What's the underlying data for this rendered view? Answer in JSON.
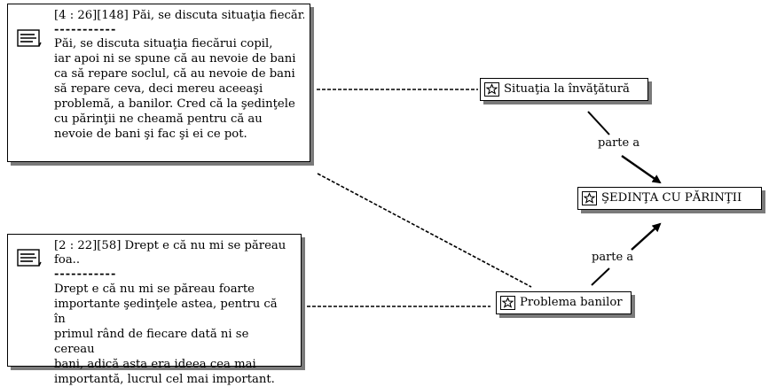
{
  "quotes": [
    {
      "header": "[4 : 26][148] Păi, se discuta situaţia fiecăr..",
      "separator": "-----------",
      "body": "Păi, se discuta situaţia fiecărui copil,\niar apoi ni se spune că au nevoie de bani\nca să repare soclul, că au nevoie de bani\nsă repare ceva, deci mereu aceeaşi\nproblemă, a banilor. Cred că la şedinţele\ncu părinţii ne cheamă pentru că au\nnevoie de bani şi fac şi ei ce pot.",
      "icon": "document-icon"
    },
    {
      "header": "[2 : 22][58] Drept e că nu mi se păreau",
      "header2": "foa..",
      "separator": "-----------",
      "body": "Drept e că nu mi se păreau foarte\nimportante şedinţele astea, pentru că în\nprimul rând de fiecare dată ni se cereau\nbani, adică asta era ideea cea mai\nimportantă, lucrul cel mai important.",
      "icon": "document-icon"
    }
  ],
  "codes": {
    "situatia": "Situaţia la învăţătură",
    "sedinta": "ŞEDINŢA CU PĂRINŢII",
    "problema": "Problema banilor"
  },
  "relations": {
    "situatia_to_sedinta": "parte a",
    "problema_to_sedinta": "parte a"
  },
  "colors": {
    "line": "#000000",
    "shadow": "#7a7a7a",
    "background": "#ffffff"
  }
}
